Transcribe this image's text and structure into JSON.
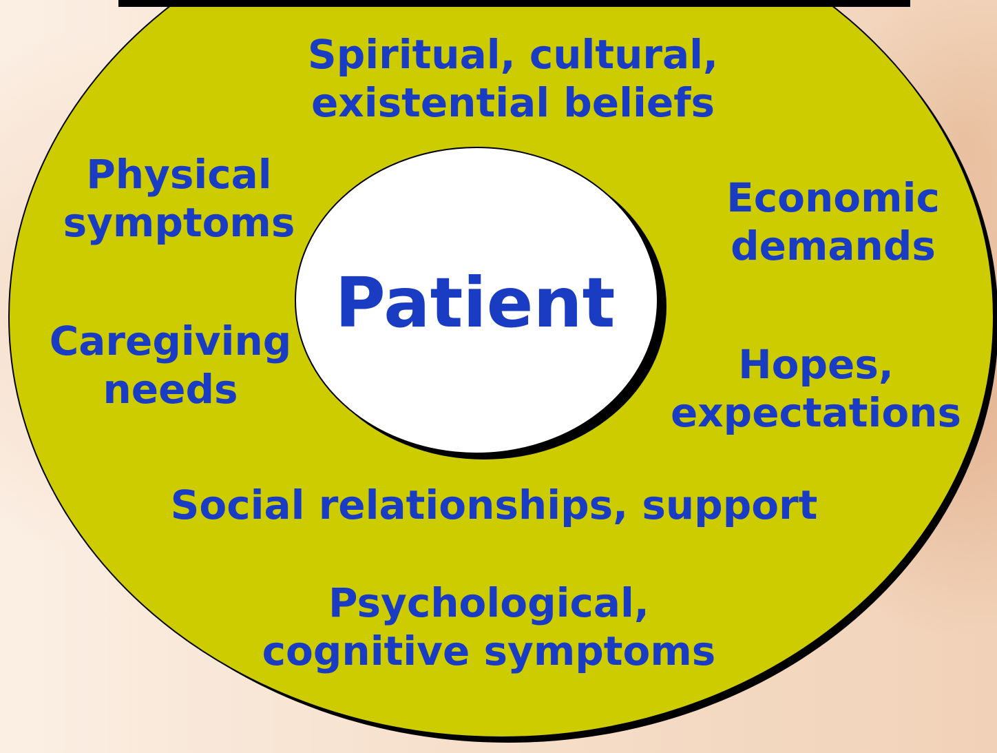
{
  "diagram": {
    "center": "Patient",
    "factors": {
      "spiritual": [
        "Spiritual, cultural,",
        "existential beliefs"
      ],
      "physical": [
        "Physical",
        "symptoms"
      ],
      "economic": [
        "Economic",
        "demands"
      ],
      "caregiving": [
        "Caregiving",
        "needs"
      ],
      "hopes": [
        "Hopes,",
        "expectations"
      ],
      "social": [
        "Social relationships, support"
      ],
      "psychological": [
        "Psychological,",
        "cognitive symptoms"
      ]
    }
  },
  "colors": {
    "outer_fill": "#cccc00",
    "inner_fill": "#ffffff",
    "outline": "#000000",
    "text": "#1a3cc2"
  }
}
